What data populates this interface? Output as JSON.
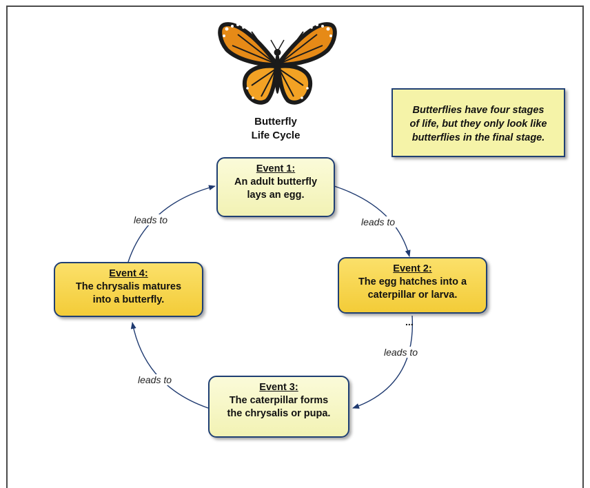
{
  "diagram": {
    "title_lines": [
      "Butterfly",
      "Life Cycle"
    ],
    "note_lines": [
      "Butterflies have four stages",
      "of life, but they only look like",
      "butterflies in the final stage."
    ],
    "events": [
      {
        "heading": "Event 1:",
        "lines": [
          "An adult butterfly",
          "lays an egg."
        ]
      },
      {
        "heading": "Event 2:",
        "lines": [
          "The egg hatches into a",
          "caterpillar or larva."
        ]
      },
      {
        "heading": "Event 3:",
        "lines": [
          "The caterpillar forms",
          "the chrysalis or pupa."
        ]
      },
      {
        "heading": "Event 4:",
        "lines": [
          "The chrysalis matures",
          "into a butterfly."
        ]
      }
    ],
    "link_label": "leads to",
    "ellipsis": "...",
    "colors": {
      "light_box": "#f5f5c2",
      "gold_box": "#f6d24a",
      "border": "#1f3f73",
      "note": "#f5f3a8"
    },
    "image_icon": "butterfly-icon"
  }
}
